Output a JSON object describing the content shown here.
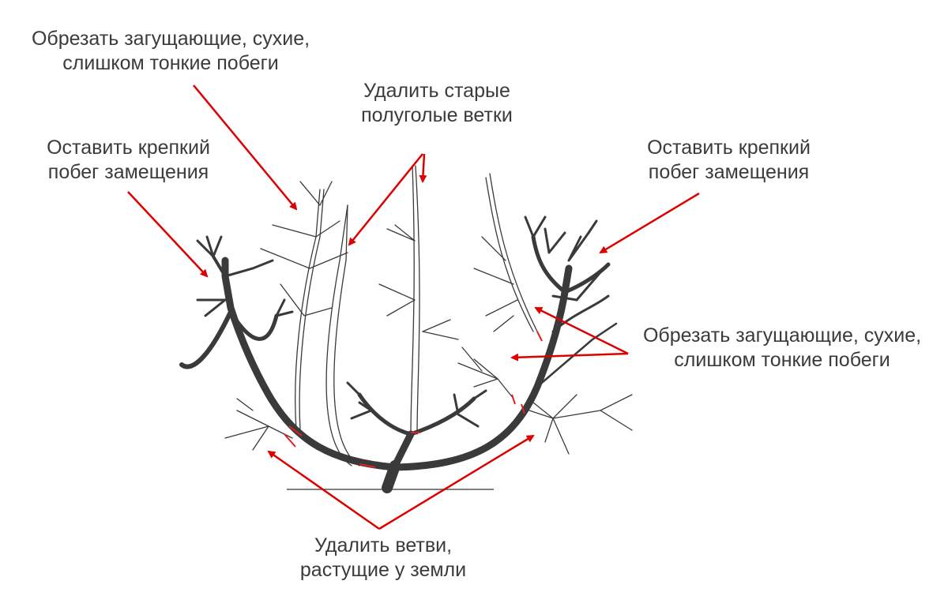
{
  "colors": {
    "arrow": "#dd0000",
    "branch": "#3a3a3a",
    "text": "#3b3b3b",
    "cut_mark": "#dd2222"
  },
  "labels": {
    "top_left_thin": {
      "line1": "Обрезать загущающие, сухие,",
      "line2": "слишком тонкие побеги"
    },
    "top_center_old": {
      "line1": "Удалить старые",
      "line2": "полуголые ветки"
    },
    "left_replacement": {
      "line1": "Оставить крепкий",
      "line2": "побег замещения"
    },
    "right_replacement": {
      "line1": "Оставить крепкий",
      "line2": "побег замещения"
    },
    "right_thin": {
      "line1": "Обрезать загущающие, сухие,",
      "line2": "слишком тонкие побеги"
    },
    "bottom_ground": {
      "line1": "Удалить ветви,",
      "line2": "растущие у земли"
    }
  }
}
